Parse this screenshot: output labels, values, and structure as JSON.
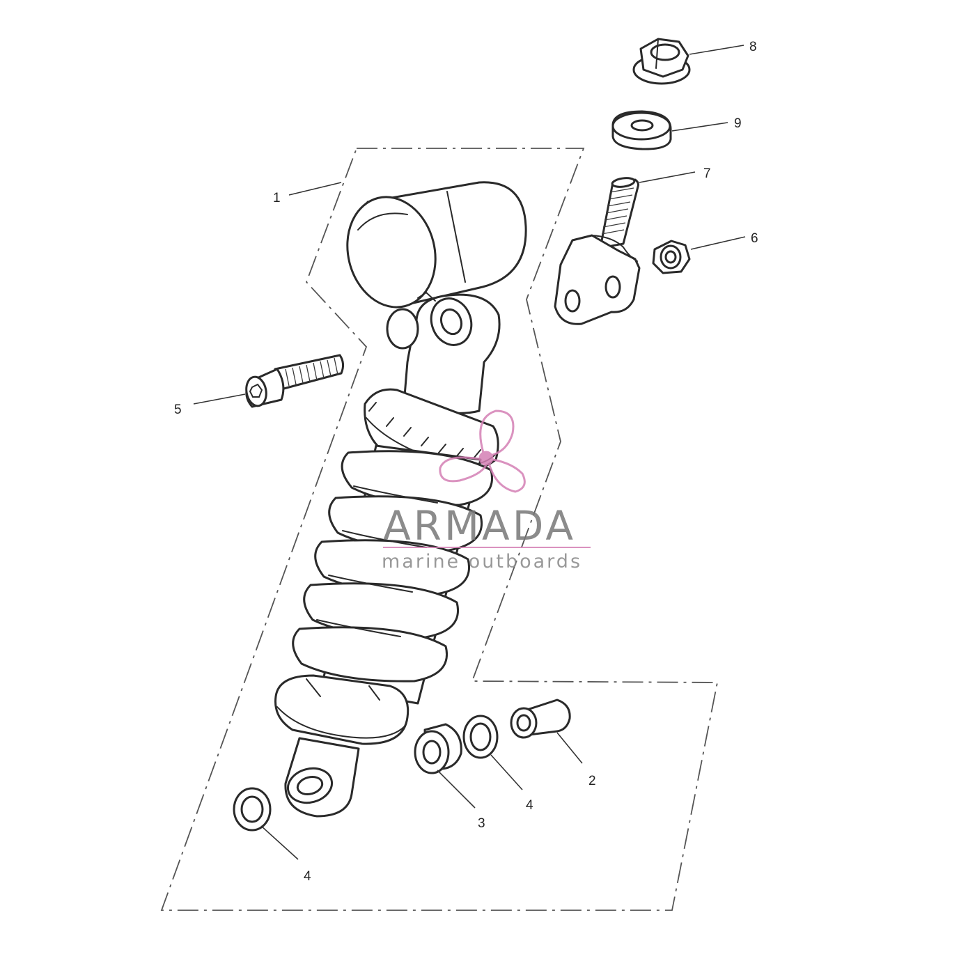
{
  "diagram": {
    "callouts": [
      {
        "id": "c1",
        "text": "1"
      },
      {
        "id": "c2",
        "text": "2"
      },
      {
        "id": "c3",
        "text": "3"
      },
      {
        "id": "c4a",
        "text": "4"
      },
      {
        "id": "c4b",
        "text": "4"
      },
      {
        "id": "c5",
        "text": "5"
      },
      {
        "id": "c6",
        "text": "6"
      },
      {
        "id": "c7",
        "text": "7"
      },
      {
        "id": "c8",
        "text": "8"
      },
      {
        "id": "c9",
        "text": "9"
      }
    ]
  },
  "watermark": {
    "brand": "ARMADA",
    "tagline": "marine outboards",
    "logo_icon": "propeller-icon",
    "accent_color": "#d47fb4",
    "text_color": "#777777"
  }
}
